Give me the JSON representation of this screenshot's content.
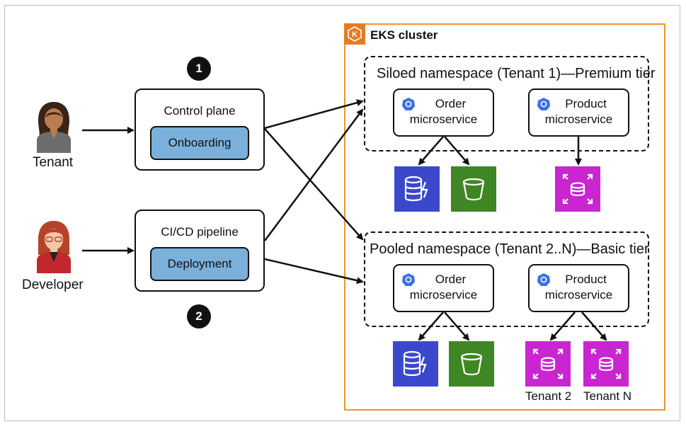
{
  "cluster": {
    "title": "EKS cluster"
  },
  "markers": {
    "one": "1",
    "two": "2"
  },
  "personas": {
    "tenant": "Tenant",
    "developer": "Developer"
  },
  "control_plane": {
    "title": "Control plane",
    "inner": "Onboarding"
  },
  "pipeline": {
    "title": "CI/CD pipeline",
    "inner": "Deployment"
  },
  "siloed": {
    "title": "Siloed namespace (Tenant 1)—Premium tier",
    "order": {
      "line1": "Order",
      "line2": "microservice"
    },
    "product": {
      "line1": "Product",
      "line2": "microservice"
    }
  },
  "pooled": {
    "title": "Pooled namespace (Tenant 2..N)—Basic tier",
    "order": {
      "line1": "Order",
      "line2": "microservice"
    },
    "product": {
      "line1": "Product",
      "line2": "microservice"
    },
    "tenant2": "Tenant 2",
    "tenantn": "Tenant N"
  },
  "colors": {
    "cluster_border": "#f0952a",
    "inner_box": "#7bb0da",
    "dynamodb": "#3b48cc",
    "s3": "#3f8624",
    "rds": "#c925d1",
    "k8s": "#3970e4"
  },
  "icons": [
    "person-icon",
    "k8s-icon",
    "dynamodb-icon",
    "s3-bucket-icon",
    "rds-icon",
    "eks-icon"
  ]
}
